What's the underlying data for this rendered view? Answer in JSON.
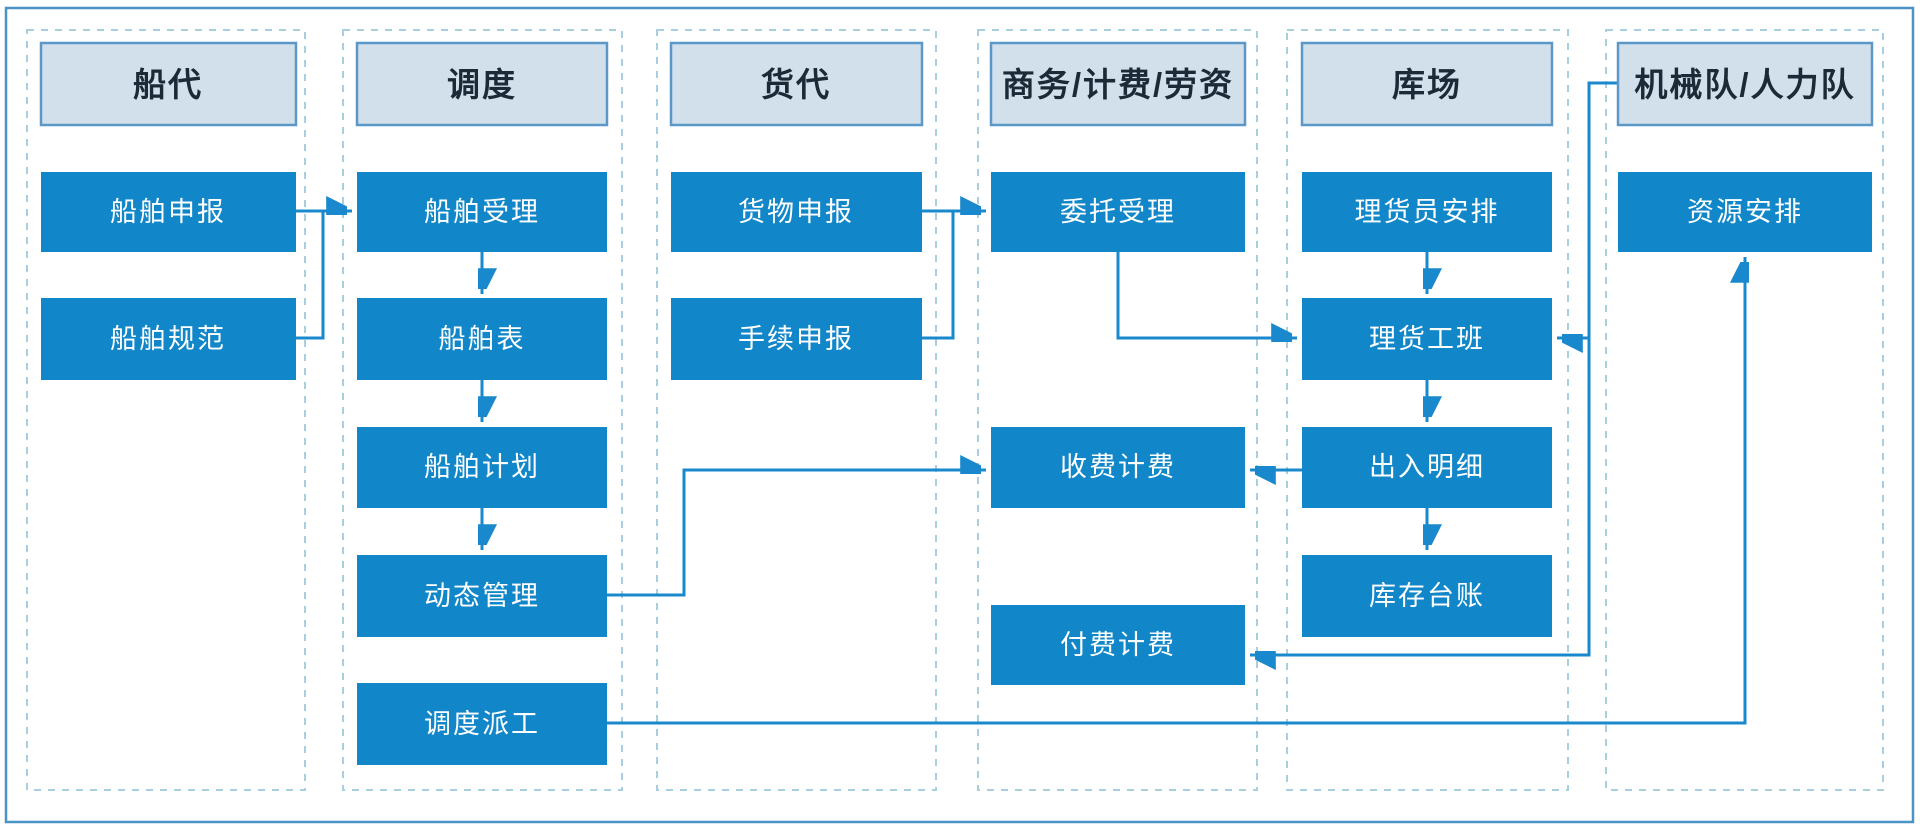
{
  "colors": {
    "node_fill": "#1187c9",
    "node_text": "#ffffff",
    "header_fill": "#d2e0ec",
    "header_border": "#5b98c7",
    "header_text": "#1b2a36",
    "lane_border": "#a9cede",
    "edge_line": "#1a88cc",
    "outer_border": "#4a93c4",
    "background": "#ffffff"
  },
  "lanes": [
    {
      "label": "船代"
    },
    {
      "label": "调度"
    },
    {
      "label": "货代"
    },
    {
      "label": "商务/计费/劳资"
    },
    {
      "label": "库场"
    },
    {
      "label": "机械队/人力队"
    }
  ],
  "nodes": {
    "ship_declare": {
      "lane": "船代",
      "label": "船舶申报"
    },
    "ship_spec": {
      "lane": "船代",
      "label": "船舶规范"
    },
    "ship_accept": {
      "lane": "调度",
      "label": "船舶受理"
    },
    "ship_table": {
      "lane": "调度",
      "label": "船舶表"
    },
    "ship_plan": {
      "lane": "调度",
      "label": "船舶计划"
    },
    "dynamic_mgmt": {
      "lane": "调度",
      "label": "动态管理"
    },
    "dispatch_assign": {
      "lane": "调度",
      "label": "调度派工"
    },
    "cargo_declare": {
      "lane": "货代",
      "label": "货物申报"
    },
    "procedure_declare": {
      "lane": "货代",
      "label": "手续申报"
    },
    "entrust_accept": {
      "lane": "商务/计费/劳资",
      "label": "委托受理"
    },
    "charge_billing": {
      "lane": "商务/计费/劳资",
      "label": "收费计费"
    },
    "pay_billing": {
      "lane": "商务/计费/劳资",
      "label": "付费计费"
    },
    "tally_clerk_arrange": {
      "lane": "库场",
      "label": "理货员安排"
    },
    "tally_shift": {
      "lane": "库场",
      "label": "理货工班"
    },
    "inout_detail": {
      "lane": "库场",
      "label": "出入明细"
    },
    "inventory_ledger": {
      "lane": "库场",
      "label": "库存台账"
    },
    "resource_arrange": {
      "lane": "机械队/人力队",
      "label": "资源安排"
    }
  },
  "connections": [
    {
      "from": "船舶申报",
      "to": "船舶受理"
    },
    {
      "from": "船舶规范",
      "to": "船舶受理"
    },
    {
      "from": "船舶受理",
      "to": "船舶表"
    },
    {
      "from": "船舶表",
      "to": "船舶计划"
    },
    {
      "from": "船舶计划",
      "to": "动态管理"
    },
    {
      "from": "动态管理",
      "to": "收费计费"
    },
    {
      "from": "调度派工",
      "to": "资源安排"
    },
    {
      "from": "货物申报",
      "to": "委托受理"
    },
    {
      "from": "手续申报",
      "to": "委托受理"
    },
    {
      "from": "委托受理",
      "to": "理货工班"
    },
    {
      "from": "理货员安排",
      "to": "理货工班"
    },
    {
      "from": "理货工班",
      "to": "出入明细"
    },
    {
      "from": "出入明细",
      "to": "库存台账"
    },
    {
      "from": "出入明细",
      "to": "收费计费"
    },
    {
      "from": "机械队/人力队",
      "to": "理货工班"
    },
    {
      "from": "机械队/人力队",
      "to": "付费计费"
    }
  ]
}
